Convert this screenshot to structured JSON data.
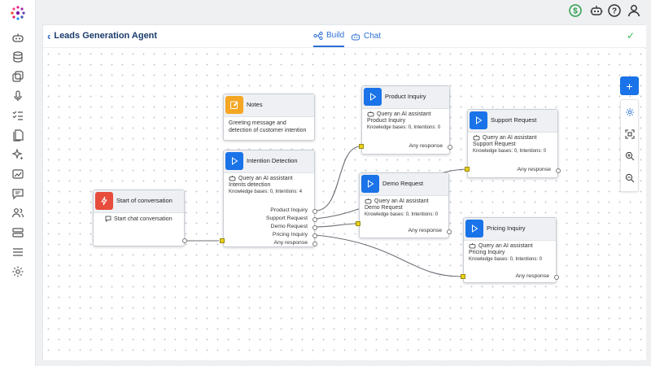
{
  "colors": {
    "accent": "#1a73e8",
    "notes": "#f5a623",
    "start": "#e74c3c",
    "connector": "#e8d11a",
    "success": "#3fb950"
  },
  "sidebar": {
    "logo": "brand-logo",
    "items": [
      {
        "name": "robot-icon"
      },
      {
        "name": "database-icon"
      },
      {
        "name": "copy-icon"
      },
      {
        "name": "microphone-icon"
      },
      {
        "name": "checklist-icon"
      },
      {
        "name": "documents-icon"
      },
      {
        "name": "sparkles-icon"
      },
      {
        "name": "analytics-icon"
      },
      {
        "name": "chat-icon"
      },
      {
        "name": "users-icon"
      },
      {
        "name": "server-icon"
      },
      {
        "name": "menu-icon"
      },
      {
        "name": "settings-icon"
      }
    ]
  },
  "topbar": {
    "icons": [
      "dollar-icon",
      "bot-face-icon",
      "help-icon",
      "user-icon"
    ]
  },
  "header": {
    "back_icon": "‹",
    "title": "Leads Generation Agent",
    "tabs": [
      {
        "label": "Build",
        "icon": "flow-icon",
        "active": true
      },
      {
        "label": "Chat",
        "icon": "bot-icon",
        "active": false
      }
    ],
    "status_icon": "✓"
  },
  "nodes": {
    "start": {
      "title": "Start of conversation",
      "body": "Start chat conversation"
    },
    "notes": {
      "title": "Notes",
      "body1": "Greeting message and",
      "body2": "detection of customer intention"
    },
    "intent": {
      "title": "Intention Detection",
      "line1": "Query an AI assistant",
      "line2": "Intents detection",
      "line3": "Knowledge bases: 0, Intentions: 4",
      "outputs": [
        "Product Inquiry",
        "Support Request",
        "Demo Request",
        "Pricing Inquiry",
        "Any response"
      ]
    },
    "product": {
      "title": "Product Inquiry",
      "line1": "Query an AI assistant",
      "line2": "Product Inquiry",
      "line3": "Knowledge bases: 0, Intentions: 0",
      "output": "Any response"
    },
    "support": {
      "title": "Support Request",
      "line1": "Query an AI assistant",
      "line2": "Support Request",
      "line3": "Knowledge bases: 0, Intentions: 0",
      "output": "Any response"
    },
    "demo": {
      "title": "Demo Request",
      "line1": "Query an AI assistant",
      "line2": "Demo Request",
      "line3": "Knowledge bases: 0, Intentions: 0",
      "output": "Any response"
    },
    "pricing": {
      "title": "Pricing Inquiry",
      "line1": "Query an AI assistant",
      "line2": "Pricing Inquiry",
      "line3": "Knowledge bases: 0, Intentions: 0",
      "output": "Any response"
    }
  },
  "toolbar": {
    "add_label": "+",
    "tools": [
      "settings-icon",
      "fit-view-icon",
      "zoom-in-icon",
      "zoom-out-icon"
    ]
  }
}
